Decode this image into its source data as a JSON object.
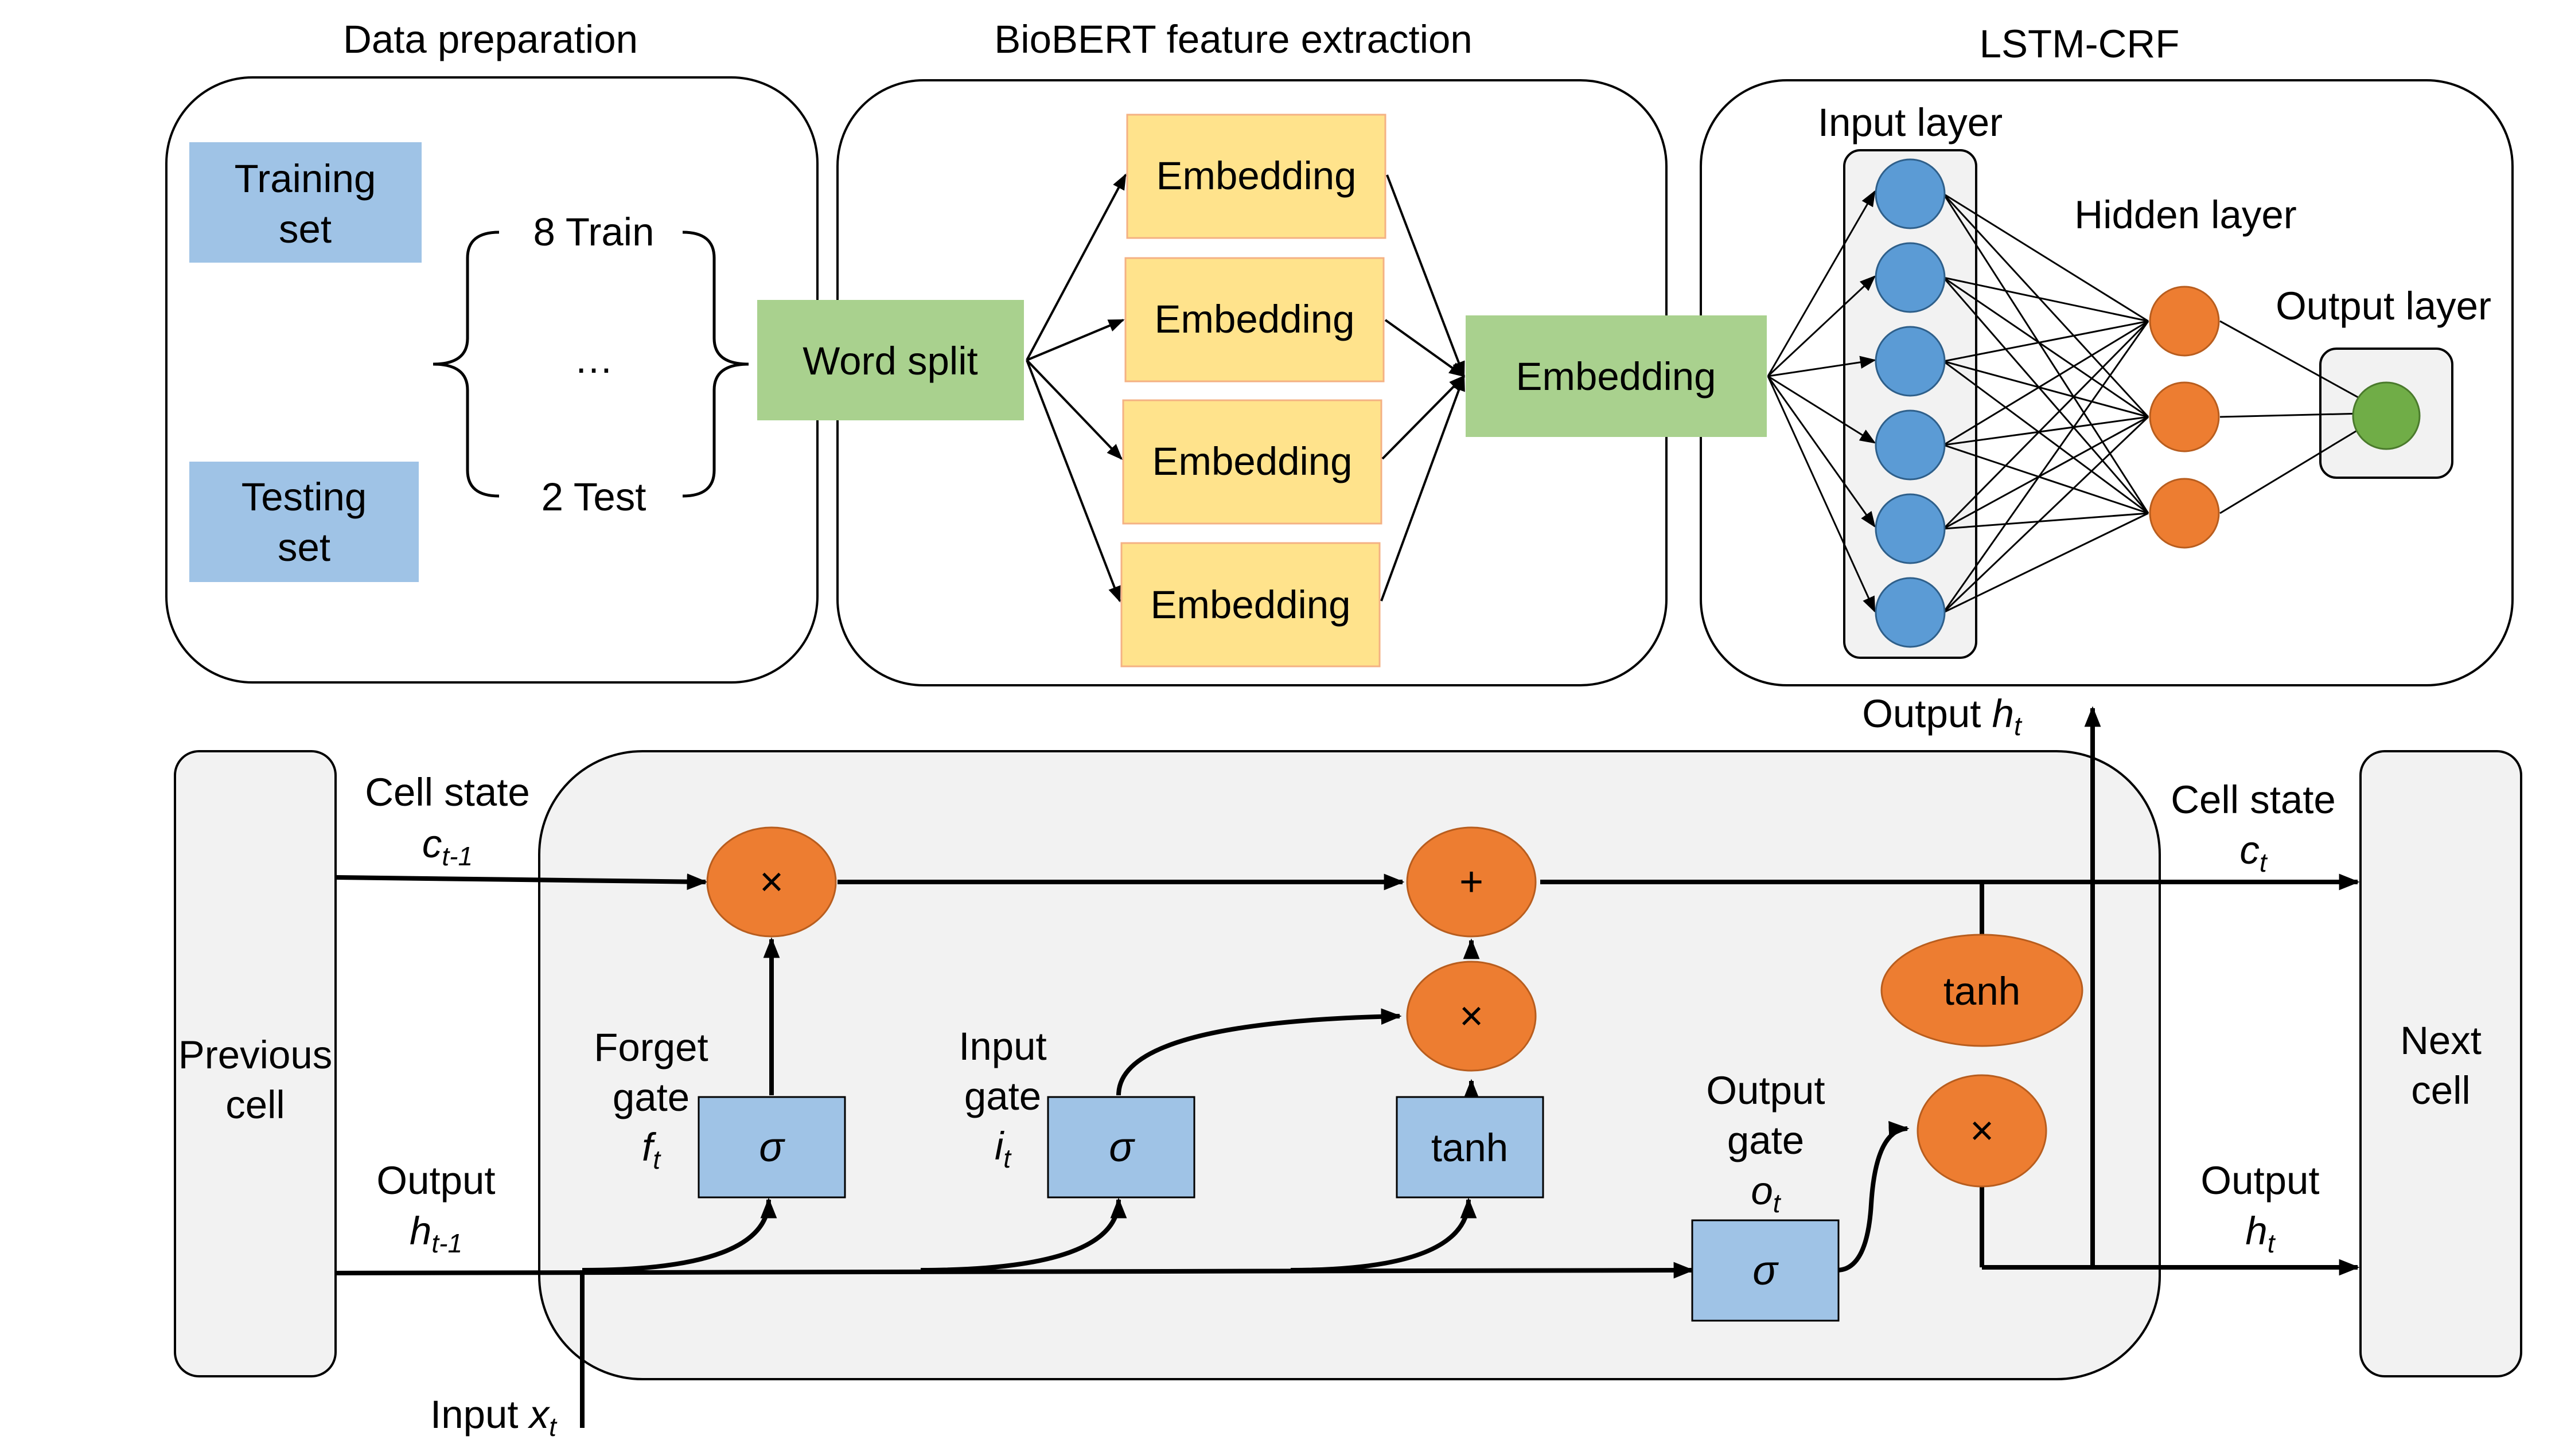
{
  "sections": {
    "data_preparation": "Data preparation",
    "biobert": "BioBERT feature extraction",
    "lstm_crf": "LSTM-CRF"
  },
  "data_prep": {
    "training_set": [
      "Training",
      "set"
    ],
    "testing_set": [
      "Testing",
      "set"
    ],
    "train_split": "8 Train",
    "ellipsis": "…",
    "test_split": "2 Test",
    "word_split": "Word split"
  },
  "biobert": {
    "embedding_label": "Embedding",
    "embedding_count": 4,
    "merged_embedding": "Embedding"
  },
  "network": {
    "input_layer": "Input layer",
    "hidden_layer": "Hidden layer",
    "output_layer": "Output layer",
    "input_nodes": 6,
    "hidden_nodes": 3,
    "output_nodes": 1
  },
  "lstm_cell": {
    "previous_cell": [
      "Previous",
      "cell"
    ],
    "next_cell": [
      "Next",
      "cell"
    ],
    "cell_state_in": "Cell state",
    "cell_state_in_var": "c",
    "cell_state_in_sub": "t-1",
    "cell_state_out": "Cell state",
    "cell_state_out_var": "c",
    "cell_state_out_sub": "t",
    "output_in": "Output",
    "output_in_var": "h",
    "output_in_sub": "t-1",
    "output_out": "Output",
    "output_out_var": "h",
    "output_out_sub": "t",
    "output_top": "Output ",
    "output_top_var": "h",
    "output_top_sub": "t",
    "input": "Input ",
    "input_var": "x",
    "input_sub": "t",
    "forget_gate": [
      "Forget",
      "gate"
    ],
    "forget_var": "f",
    "forget_sub": "t",
    "input_gate": [
      "Input",
      "gate"
    ],
    "input_gate_var": "i",
    "input_gate_sub": "t",
    "output_gate": [
      "Output",
      "gate"
    ],
    "output_gate_var": "o",
    "output_gate_sub": "t",
    "sigma": "σ",
    "tanh": "tanh",
    "multiply": "×",
    "plus": "+"
  },
  "colors": {
    "blue_box": "#9fc3e6",
    "green_box": "#a9d18e",
    "yellow_box": "#ffd966",
    "orange_node": "#ed7d31",
    "blue_node": "#5b9bd5",
    "green_node": "#70ad47",
    "panel_grey": "#f2f2f2"
  }
}
